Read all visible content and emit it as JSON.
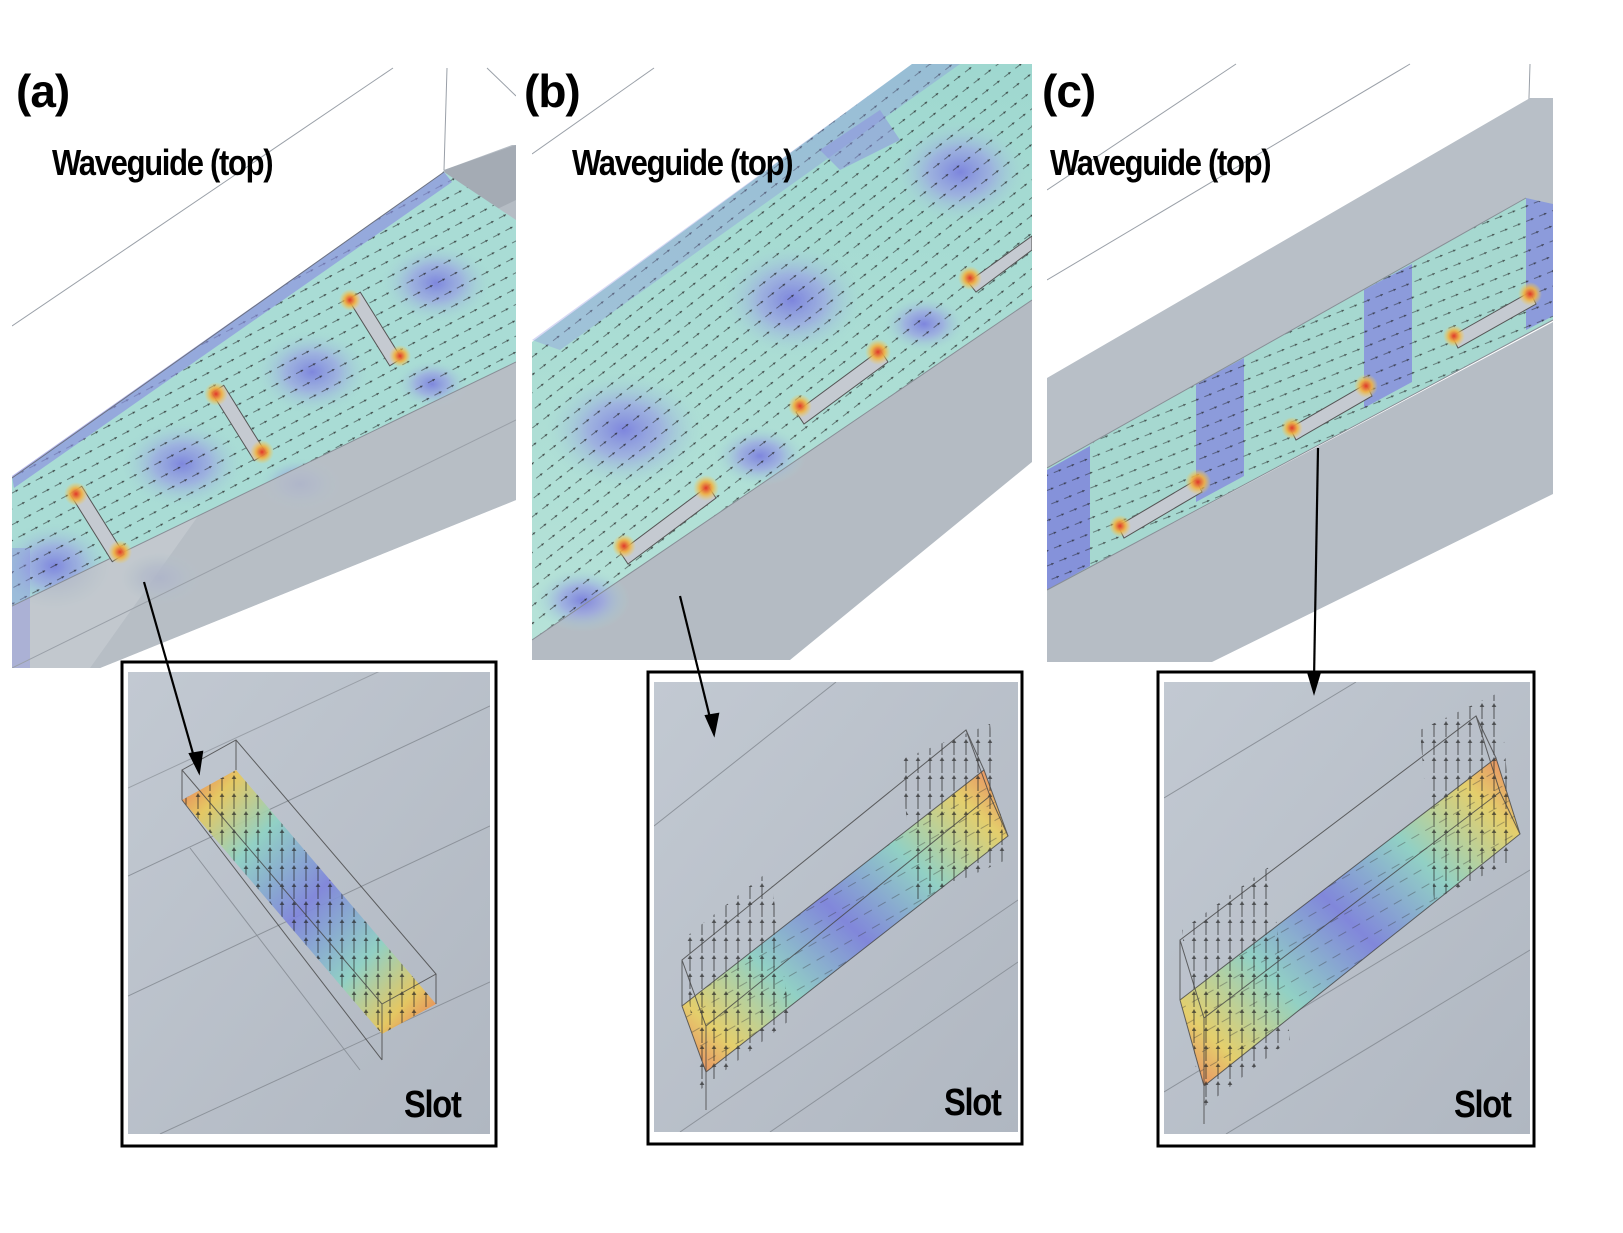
{
  "panels": [
    {
      "letter": "(a)",
      "waveguide_label": "Waveguide (top)",
      "slot_label": "Slot"
    },
    {
      "letter": "(b)",
      "waveguide_label": "Waveguide (top)",
      "slot_label": "Slot"
    },
    {
      "letter": "(c)",
      "waveguide_label": "Waveguide (top)",
      "slot_label": "Slot"
    }
  ],
  "colors": {
    "field_low": "#7c80dc",
    "field_mid": "#a8dcd6",
    "field_high": "#e85a3a",
    "metal_gray": "#b8bec6",
    "frame": "#000000"
  }
}
